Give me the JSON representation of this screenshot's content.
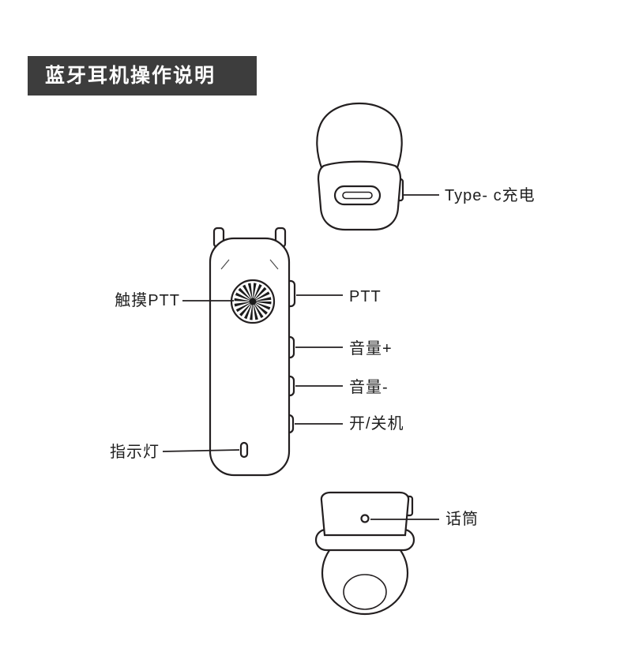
{
  "header": {
    "title": "蓝牙耳机操作说明"
  },
  "labels": {
    "type_c": "Type- c充电",
    "touch_ptt": "触摸PTT",
    "ptt": "PTT",
    "volume_up": "音量+",
    "volume_down": "音量-",
    "power": "开/关机",
    "indicator": "指示灯",
    "mic": "话筒"
  },
  "colors": {
    "line": "#231f20",
    "header_bg": "#3d3d3d",
    "header_text": "#ffffff",
    "background": "#ffffff"
  }
}
